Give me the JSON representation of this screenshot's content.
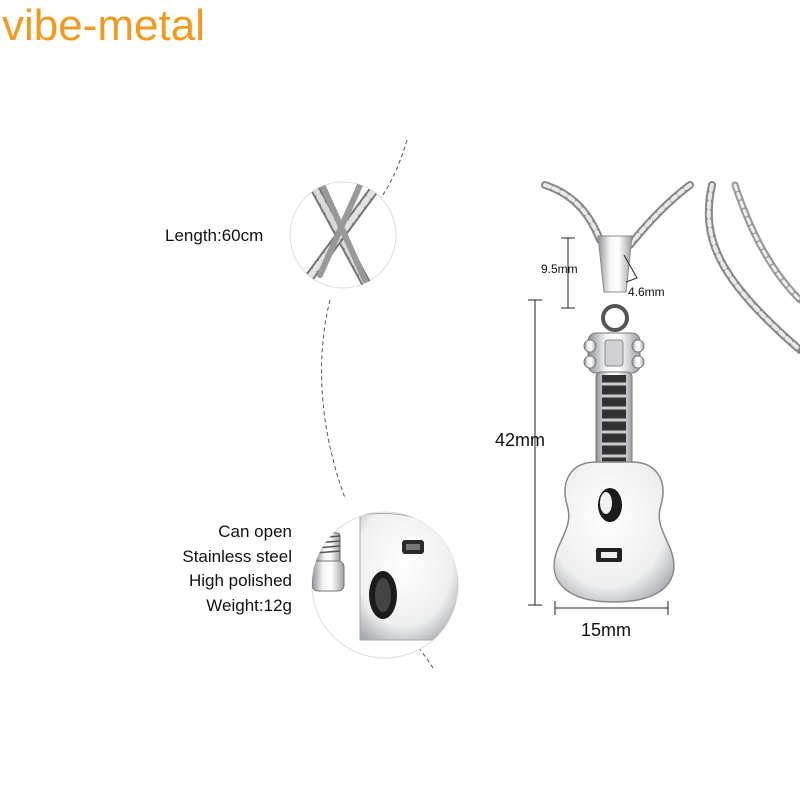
{
  "brand": {
    "name": "vibe-metal",
    "color": "#f39a1e"
  },
  "labels": {
    "length": "Length:60cm",
    "bail_height": "9.5mm",
    "bail_width": "4.6mm",
    "pendant_height": "42mm",
    "pendant_width": "15mm"
  },
  "specs": [
    "Can open",
    "Stainless steel",
    "High polished",
    "Weight:12g"
  ]
}
